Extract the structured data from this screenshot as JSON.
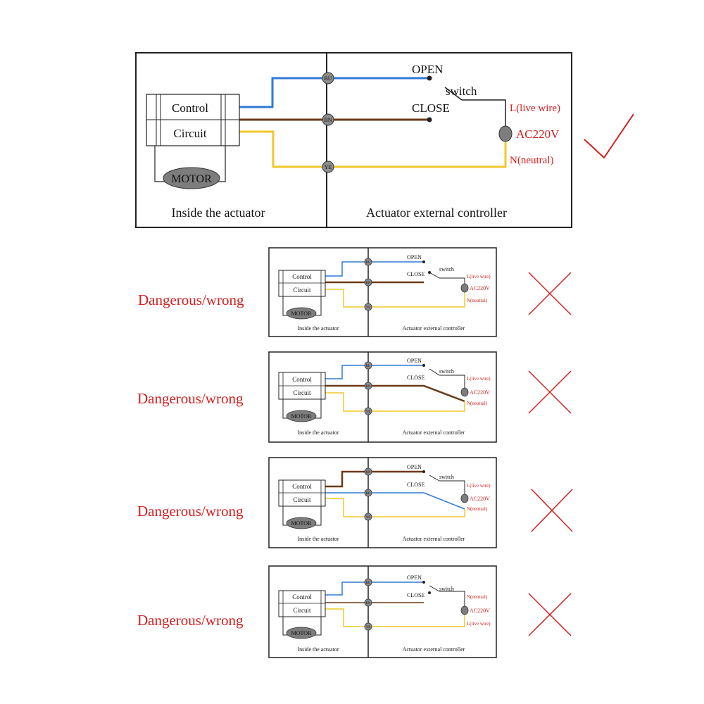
{
  "colors": {
    "blue": "#2f7ad4",
    "brown": "#6b3a17",
    "yellow": "#f1c82b",
    "red": "#d42020",
    "terminal": "#8d8d8d",
    "motor": "#7d7d7d"
  },
  "labels": {
    "control": "Control",
    "circuit": "Circuit",
    "motor": "MOTOR",
    "inside": "Inside the actuator",
    "external": "Actuator external controller",
    "open": "OPEN",
    "close": "CLOSE",
    "switch": "switch",
    "live": "L(live wire)",
    "neutral": "N(neutral)",
    "ac": "AC220V",
    "bu": "BU",
    "bn": "BN",
    "ye": "YE"
  },
  "verdicts": {
    "correct_icon": "checkmark-icon",
    "wrong_icon": "cross-icon",
    "wrong_label": "Dangerous/wrong"
  }
}
